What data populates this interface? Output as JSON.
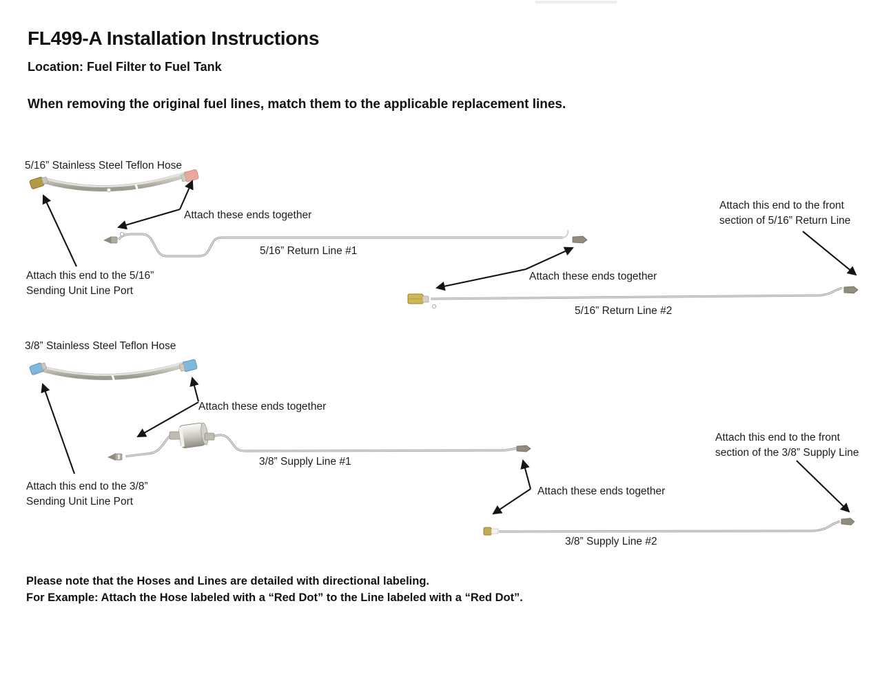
{
  "header": {
    "title": "FL499-A Installation Instructions",
    "location": "Location: Fuel Filter to Fuel Tank",
    "intro": "When removing the original fuel lines, match them to the applicable replacement lines."
  },
  "section_516": {
    "hose_label": "5/16” Stainless Steel Teflon Hose",
    "attach_hose_to_line1": "Attach these ends together",
    "line1_label": "5/16” Return Line #1",
    "sending_port": [
      "Attach this end to the 5/16”",
      "Sending Unit Line Port"
    ],
    "attach_line1_to_line2": "Attach these ends together",
    "front_section": [
      "Attach this end to the front",
      "section of 5/16” Return Line"
    ],
    "line2_label": "5/16” Return Line #2"
  },
  "section_38": {
    "hose_label": "3/8” Stainless Steel Teflon Hose",
    "attach_hose_to_line1": "Attach these ends together",
    "line1_label": "3/8” Supply Line #1",
    "sending_port": [
      "Attach this end to the 3/8”",
      "Sending Unit Line Port"
    ],
    "attach_line1_to_line2": "Attach these ends together",
    "front_section": [
      "Attach this end to the front",
      "section of the 3/8” Supply Line"
    ],
    "line2_label": "3/8” Supply Line #2"
  },
  "footer": {
    "note": [
      "Please note that the Hoses and Lines are detailed with directional labeling.",
      "For Example: Attach the Hose labeled with a “Red Dot” to the Line labeled with a “Red Dot”."
    ]
  },
  "colors": {
    "brass_fitting": "#b59a45",
    "red_dot_fitting": "#eaa89c",
    "blue_fitting": "#7fb8dc",
    "steel_line": "#a6a6a4",
    "arrow": "#141414"
  }
}
